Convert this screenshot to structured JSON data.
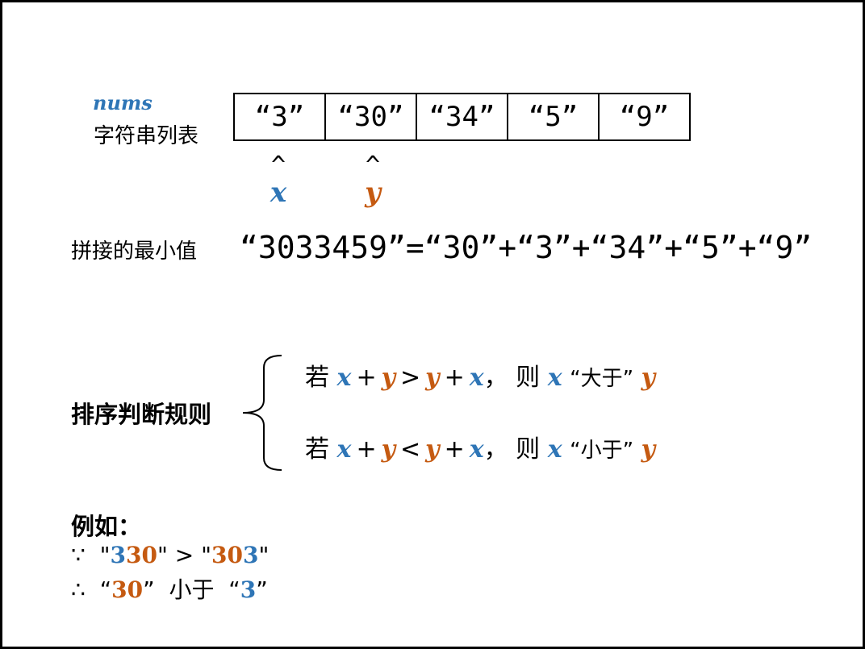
{
  "array": {
    "var_name": "nums",
    "label": "字符串列表",
    "cells": [
      "“3”",
      "“30”",
      "“34”",
      "“5”",
      "“9”"
    ]
  },
  "pointers": [
    {
      "caret": "^",
      "name": "x",
      "color": "#2e75b6"
    },
    {
      "caret": "^",
      "name": "y",
      "color": "#c55a11"
    }
  ],
  "min_concat": {
    "label": "拼接的最小值",
    "expression": "“3033459”=“30”+“3”+“34”+“5”+“9”"
  },
  "rules": {
    "title": "排序判断规则",
    "lines": [
      {
        "prefix": "若",
        "a": "x",
        "op1": "+",
        "b": "y",
        "cmp": ">",
        "c": "y",
        "op2": "+",
        "d": "x",
        "sep": "，",
        "then": "则",
        "e": "x",
        "relation": "“大于”",
        "f": "y"
      },
      {
        "prefix": "若",
        "a": "x",
        "op1": "+",
        "b": "y",
        "cmp": "<",
        "c": "y",
        "op2": "+",
        "d": "x",
        "sep": "，",
        "then": "则",
        "e": "x",
        "relation": "“小于”",
        "f": "y"
      }
    ]
  },
  "example": {
    "title": "例如：",
    "because": "∵",
    "left_open": "\"",
    "left_blue": "3",
    "left_orange": "30",
    "left_close": "\"",
    "cmp": ">",
    "right_open": "\"",
    "right_orange": "30",
    "right_blue": "3",
    "right_close": "\"",
    "therefore": "∴",
    "conc_open1": "“",
    "conc_orange": "30",
    "conc_close1": "”",
    "conc_text": "小于",
    "conc_open2": "“",
    "conc_blue": "3",
    "conc_close2": "”"
  },
  "colors": {
    "x_color": "#2e75b6",
    "y_color": "#c55a11"
  }
}
